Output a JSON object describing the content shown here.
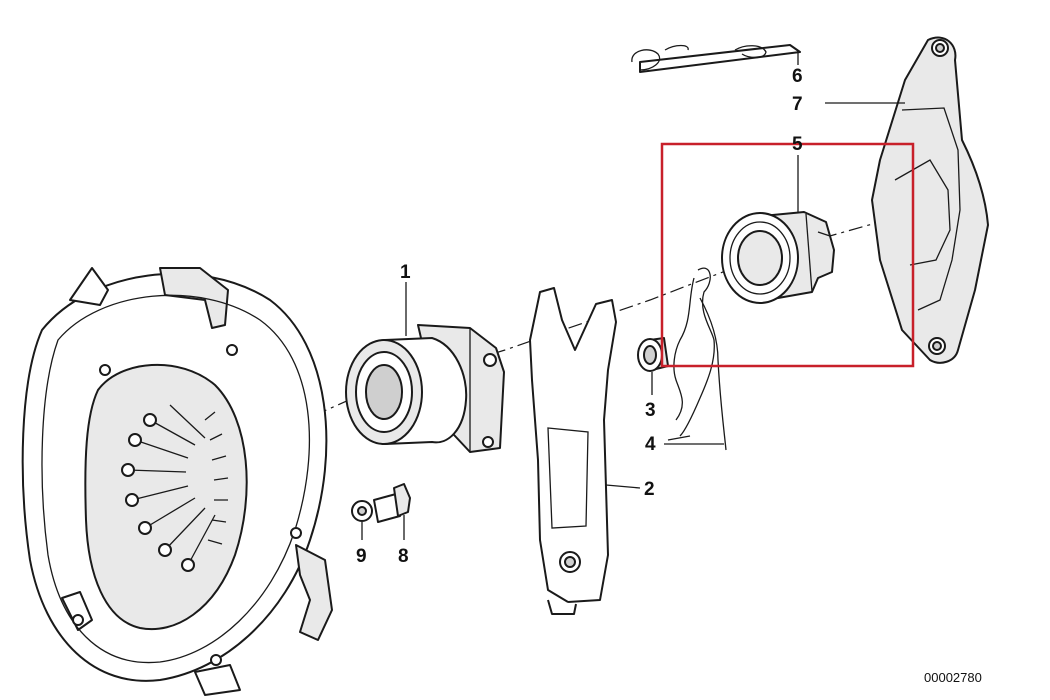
{
  "diagram": {
    "reference_number": "00002780",
    "highlight_color": "#c8202a",
    "callouts": {
      "p1": "1",
      "p2": "2",
      "p3": "3",
      "p4": "4",
      "p5": "5",
      "p6": "6",
      "p7": "7",
      "p8": "8",
      "p9": "9"
    }
  }
}
